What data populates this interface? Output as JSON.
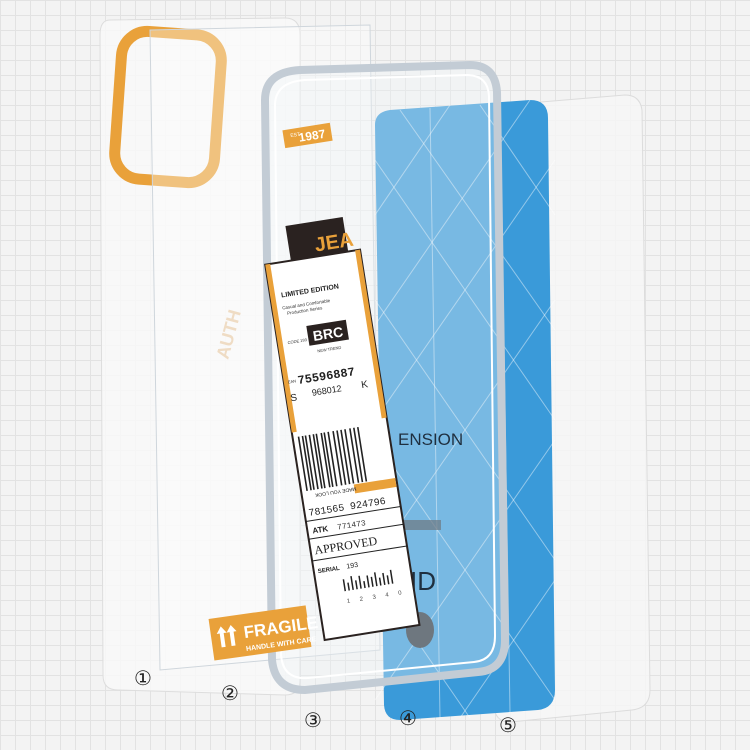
{
  "colors": {
    "orange": "#e9a13a",
    "blue": "#3a9ad9",
    "dark": "#2a2220"
  },
  "layer1": {
    "text": "AUTH"
  },
  "label": {
    "est": "EST",
    "year": "1987",
    "brand": "JEA",
    "edition": "LIMITED EDITION",
    "tagline1": "Casual and Comfortable",
    "tagline2": "Production Series",
    "code": "CODE 193",
    "brc": "BRC",
    "trend": "NEW TREND",
    "ean_prefix": "EAN",
    "ean": "75596887",
    "s": "S",
    "sub": "968012",
    "k": "K",
    "made": "MADE YOU LOOK",
    "barcode_num": "781565 924796",
    "atk": "ATK",
    "atk_val": "771473",
    "approved": "APPROVED",
    "serial": "SERIAL",
    "serial_val": "193",
    "scale": "1 2 3 4 0"
  },
  "fragile": {
    "title": "FRAGILE",
    "sub": "HANDLE WITH CARE"
  },
  "blue_sheet": {
    "title": "ENSION",
    "id": "ID"
  },
  "markers": [
    "①",
    "②",
    "③",
    "④",
    "⑤"
  ],
  "icons": [
    "up-arrows-icon"
  ]
}
